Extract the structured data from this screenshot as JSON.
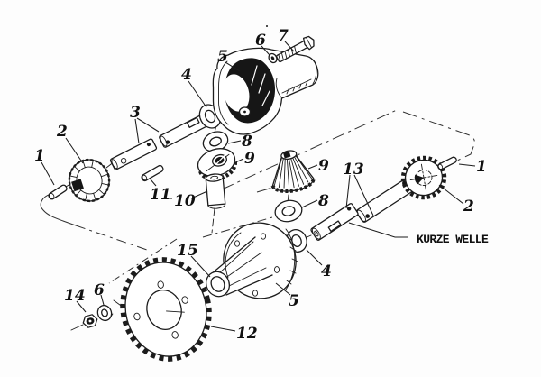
{
  "figure": {
    "annotation": "KURZE WELLE",
    "callouts": {
      "c1_left": "1",
      "c2_left": "2",
      "c3": "3",
      "c4_top": "4",
      "c5_top": "5",
      "c6_top": "6",
      "c7": "7",
      "c8_left": "8",
      "c9_left": "9",
      "c10": "10",
      "c11": "11",
      "c9_right": "9",
      "c8_right": "8",
      "c13": "13",
      "c1_right": "1",
      "c2_right": "2",
      "c4_bottom": "4",
      "c5_bottom": "5",
      "c15": "15",
      "c12": "12",
      "c14": "14",
      "c6_bottom": "6"
    },
    "colors": {
      "ink": "#1c1c1c",
      "paper": "#fdfdfd"
    }
  }
}
